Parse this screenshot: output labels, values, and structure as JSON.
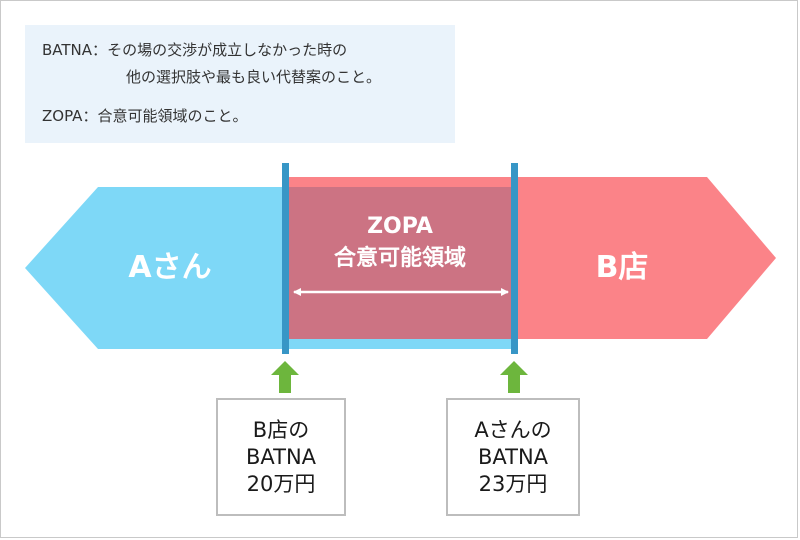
{
  "legend": {
    "batna_term": "BATNA",
    "batna_sep": "：",
    "batna_desc_line1": "その場の交渉が成立しなかった時の",
    "batna_desc_line2": "他の選択肢や最も良い代替案のこと。",
    "zopa_term": "ZOPA",
    "zopa_sep": "：",
    "zopa_desc": "合意可能領域のこと。"
  },
  "diagram": {
    "left_party": "Aさん",
    "right_party": "B店",
    "zopa_title": "ZOPA",
    "zopa_subtitle": "合意可能領域"
  },
  "callouts": [
    {
      "line1": "B店の",
      "line2": "BATNA",
      "line3": "20万円"
    },
    {
      "line1": "Aさんの",
      "line2": "BATNA",
      "line3": "23万円"
    }
  ],
  "colors": {
    "party_a": "#7ed8f7",
    "party_b": "#fb8388",
    "zopa": "#cc7383",
    "boundary": "#3796c6",
    "up_arrow": "#6db63d",
    "legend_bg": "#eaf3fb"
  }
}
